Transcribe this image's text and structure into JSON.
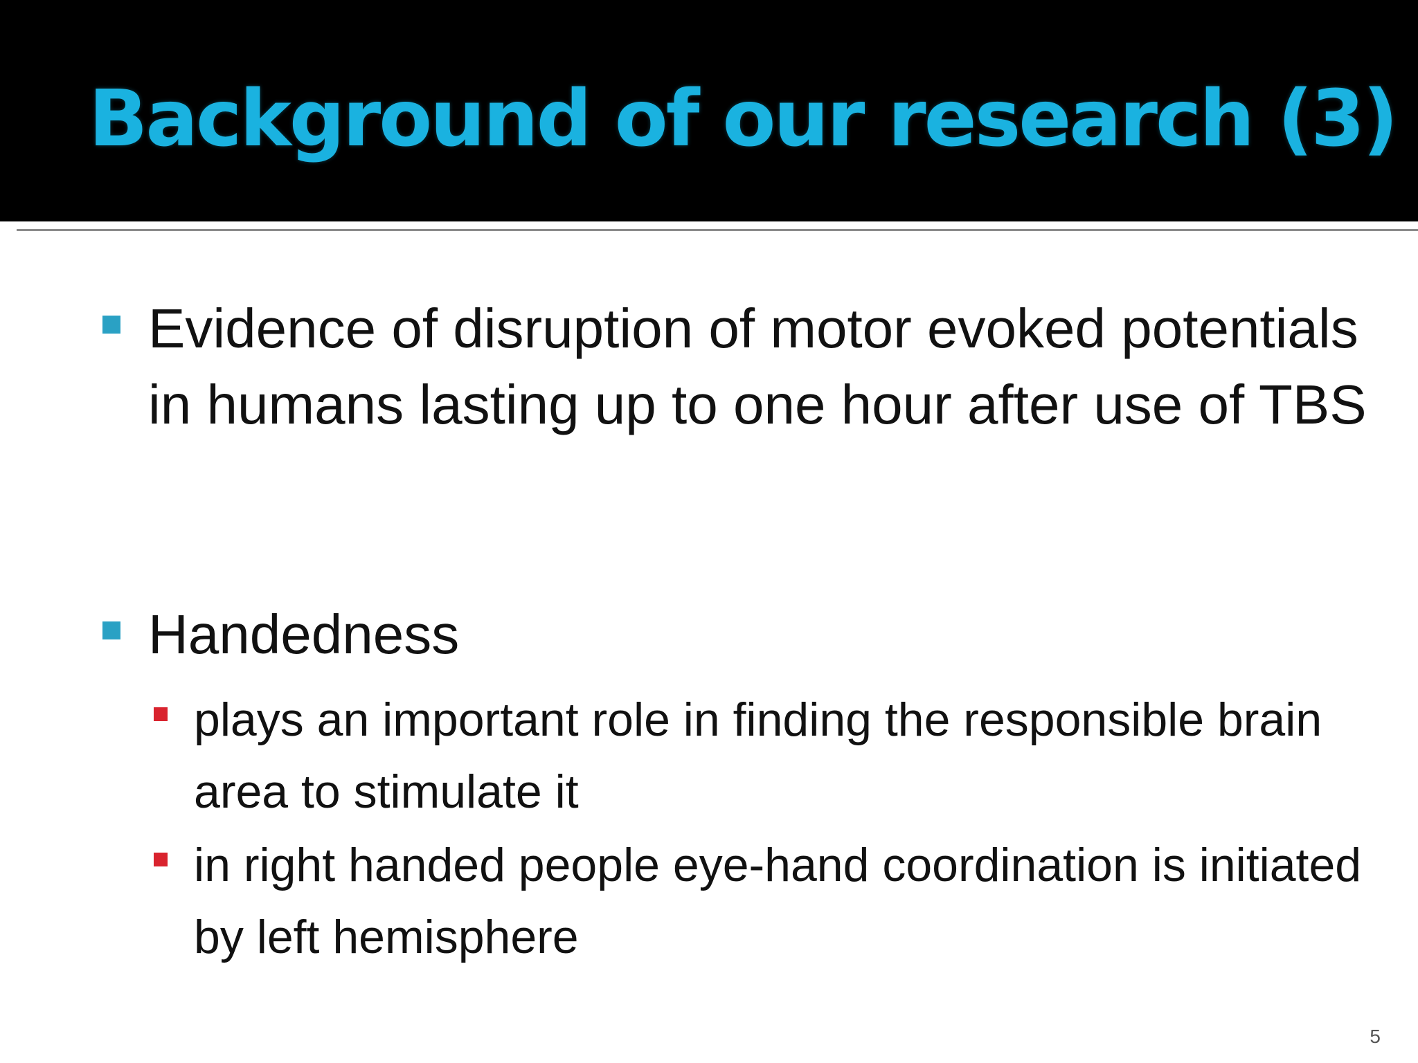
{
  "slide": {
    "title": "Background of our research (3)",
    "page_number": "5",
    "colors": {
      "title_bar": "#000000",
      "title_text": "#1ab2e0",
      "level1_bullet": "#2aa1c4",
      "level2_bullet": "#d9232e",
      "body_text": "#111111"
    },
    "bullets": [
      {
        "text": "Evidence of disruption of motor evoked potentials in humans lasting up to one hour after use of TBS"
      },
      {
        "text": "Handedness",
        "sub_bullets": [
          {
            "text": "plays an important role in finding the responsible brain area to stimulate it"
          },
          {
            "text": "in right handed people eye-hand coordination is initiated by left hemisphere"
          }
        ]
      }
    ]
  }
}
